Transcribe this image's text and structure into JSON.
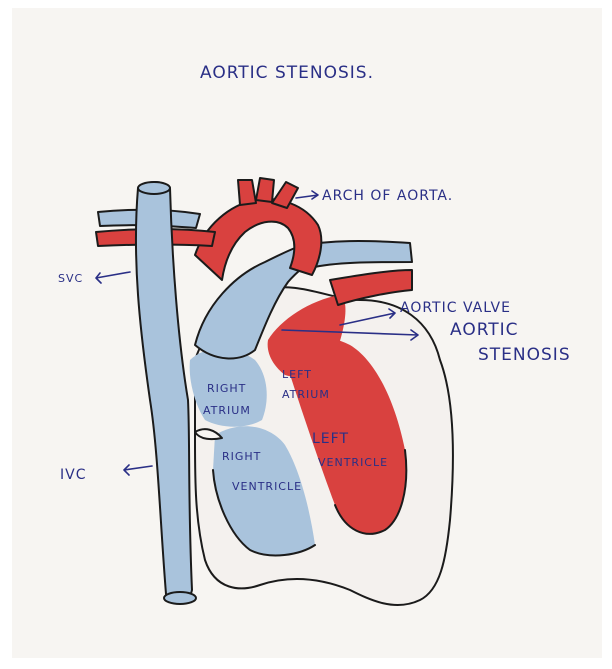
{
  "title": "AORTIC STENOSIS.",
  "labels": {
    "arch_of_aorta": "ARCH OF AORTA.",
    "svc": "SVC",
    "aortic_valve": "AORTIC VALVE",
    "aortic_stenosis_line1": "AORTIC",
    "aortic_stenosis_line2": "STENOSIS",
    "right_atrium_line1": "RIGHT",
    "right_atrium_line2": "ATRIUM",
    "left_atrium_line1": "LEFT",
    "left_atrium_line2": "ATRIUM",
    "left_ventricle_line1": "LEFT",
    "left_ventricle_line2": "VENTRICLE",
    "right_ventricle_line1": "RIGHT",
    "right_ventricle_line2": "VENTRICLE",
    "ivc": "IVC"
  },
  "colors": {
    "paper": "#f7f5f2",
    "ink": "#2a2f86",
    "oxygenated": "#d9413f",
    "deoxygenated": "#a9c3dc",
    "outline": "#1b1b1b"
  }
}
